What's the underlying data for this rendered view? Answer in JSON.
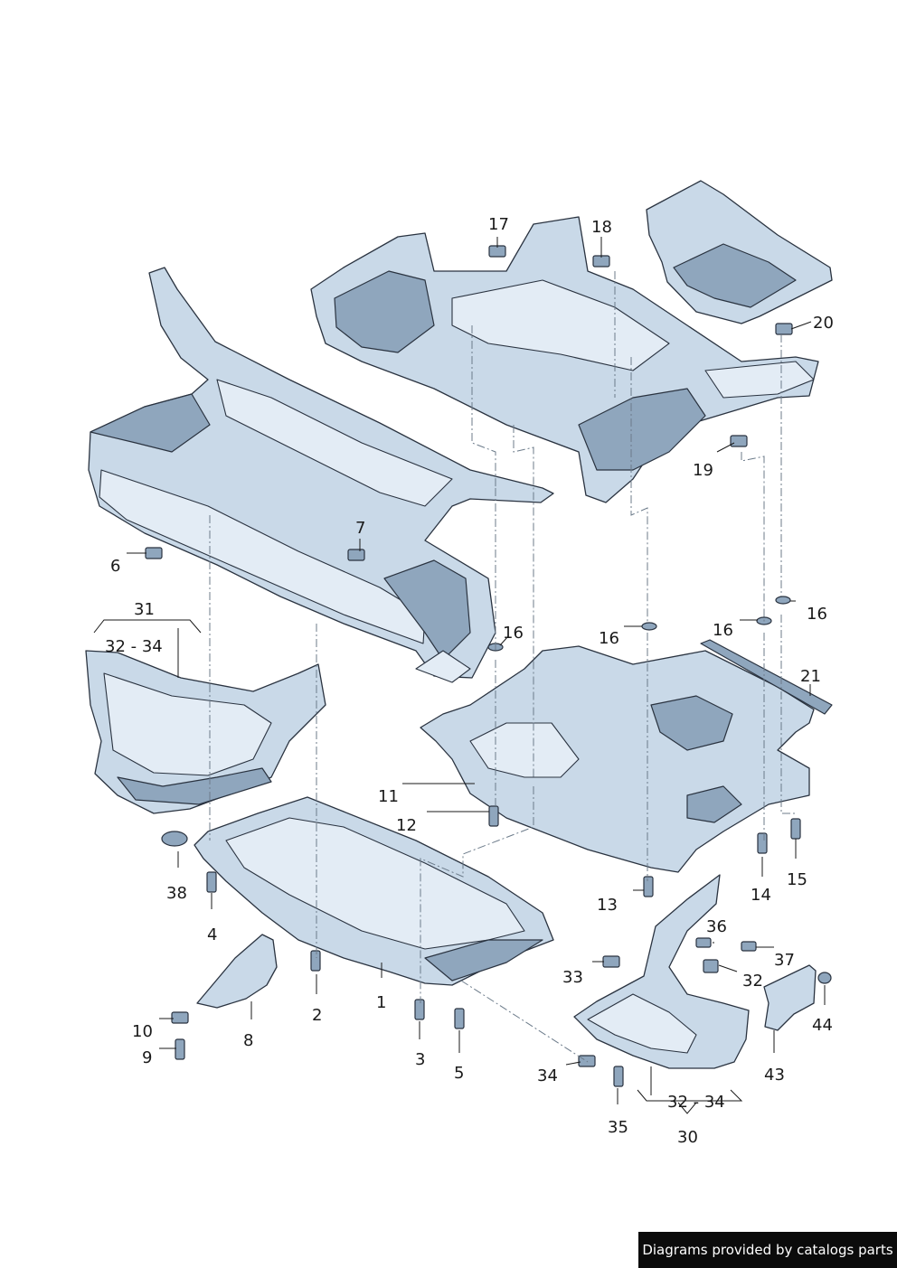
{
  "labels": [
    {
      "id": "l17",
      "text": "17"
    },
    {
      "id": "l18",
      "text": "18"
    },
    {
      "id": "l20",
      "text": "20"
    },
    {
      "id": "l19",
      "text": "19"
    },
    {
      "id": "l7",
      "text": "7"
    },
    {
      "id": "l6",
      "text": "6"
    },
    {
      "id": "l31",
      "text": "31"
    },
    {
      "id": "l32-34a",
      "text": "32 - 34"
    },
    {
      "id": "l16a",
      "text": "16"
    },
    {
      "id": "l16b",
      "text": "16"
    },
    {
      "id": "l16c",
      "text": "16"
    },
    {
      "id": "l16d",
      "text": "16"
    },
    {
      "id": "l21",
      "text": "21"
    },
    {
      "id": "l11",
      "text": "11"
    },
    {
      "id": "l12",
      "text": "12"
    },
    {
      "id": "l38",
      "text": "38"
    },
    {
      "id": "l4",
      "text": "4"
    },
    {
      "id": "l13",
      "text": "13"
    },
    {
      "id": "l14",
      "text": "14"
    },
    {
      "id": "l15",
      "text": "15"
    },
    {
      "id": "l36",
      "text": "36"
    },
    {
      "id": "l37",
      "text": "37"
    },
    {
      "id": "l33",
      "text": "33"
    },
    {
      "id": "l32",
      "text": "32"
    },
    {
      "id": "l44",
      "text": "44"
    },
    {
      "id": "l2",
      "text": "2"
    },
    {
      "id": "l1",
      "text": "1"
    },
    {
      "id": "l10",
      "text": "10"
    },
    {
      "id": "l8",
      "text": "8"
    },
    {
      "id": "l9",
      "text": "9"
    },
    {
      "id": "l3",
      "text": "3"
    },
    {
      "id": "l5",
      "text": "5"
    },
    {
      "id": "l43",
      "text": "43"
    },
    {
      "id": "l34",
      "text": "34"
    },
    {
      "id": "l32-34b",
      "text": "32 - 34"
    },
    {
      "id": "l35",
      "text": "35"
    },
    {
      "id": "l30",
      "text": "30"
    }
  ],
  "footer": {
    "text": "Diagrams provided by catalogs parts"
  },
  "colors": {
    "metal": "#c9d9e8",
    "shadow": "#8fa6bd",
    "line": "#2a3340",
    "footer_bg": "#0b0b0b"
  }
}
